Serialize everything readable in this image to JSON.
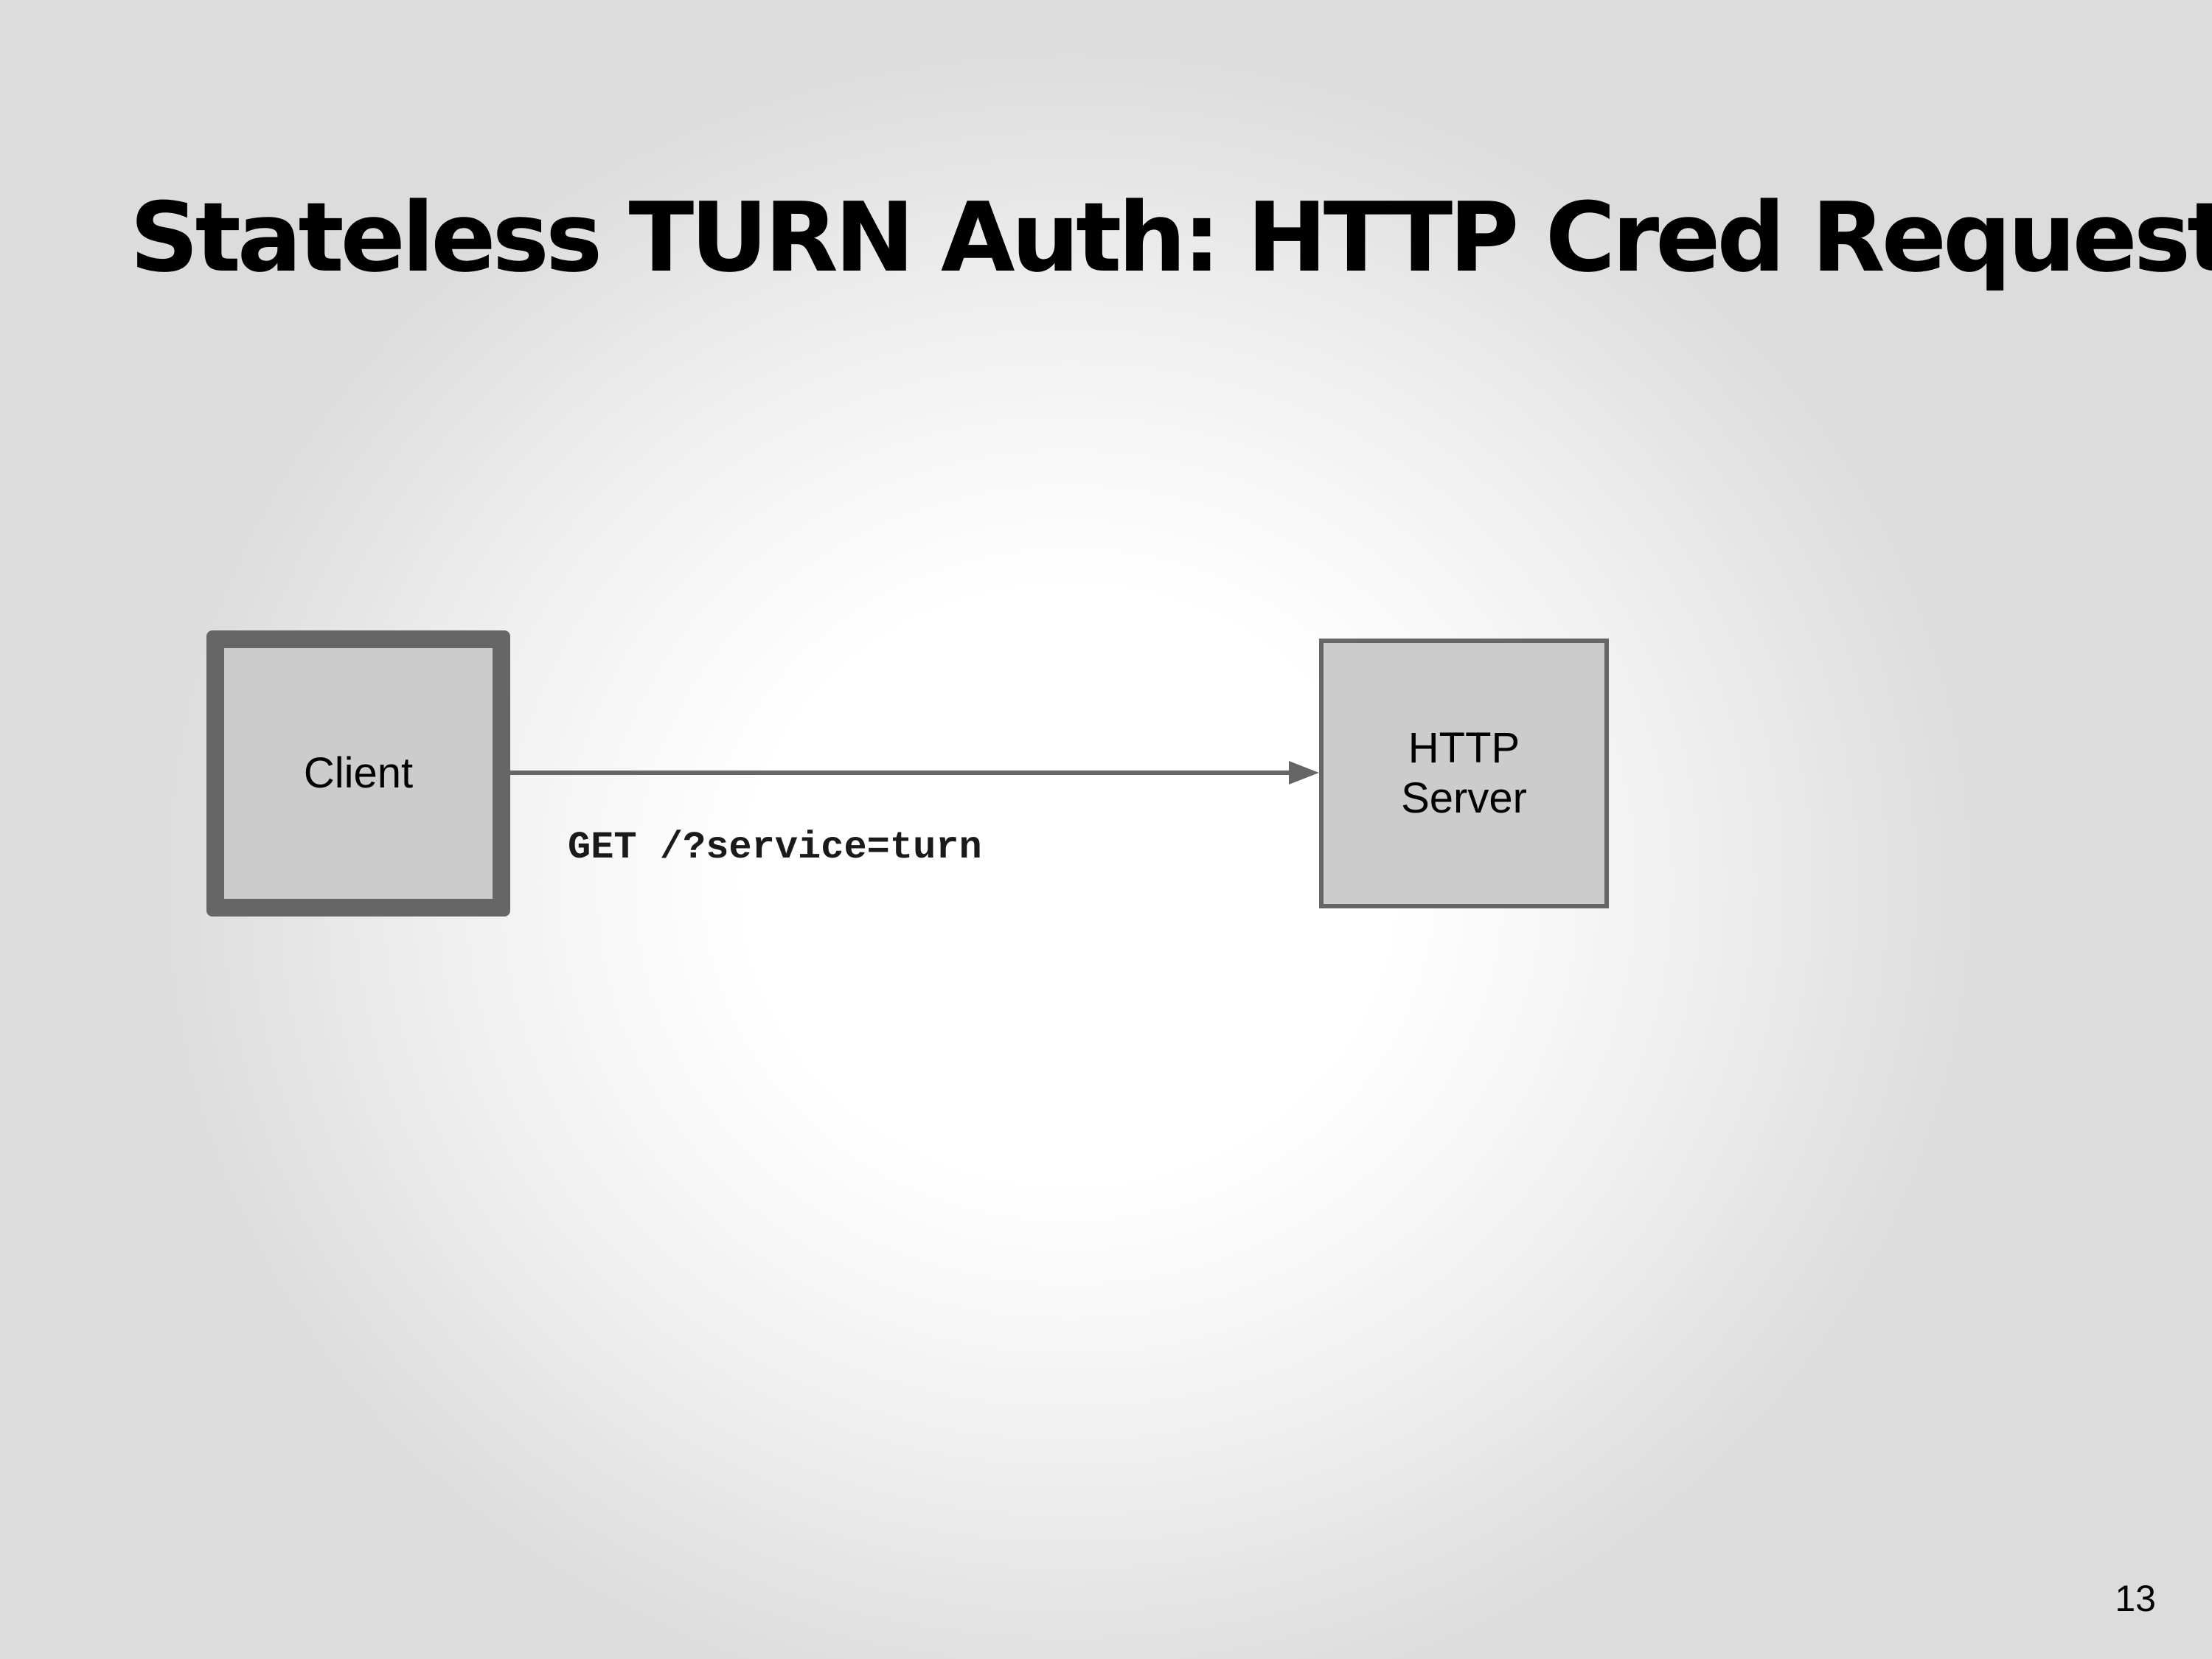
{
  "slide": {
    "title": "Stateless TURN Auth: HTTP Cred Request",
    "page_number": "13"
  },
  "diagram": {
    "nodes": [
      {
        "id": "client",
        "label": "Client"
      },
      {
        "id": "http-server",
        "label": "HTTP\nServer"
      }
    ],
    "edges": [
      {
        "from": "client",
        "to": "http-server",
        "label": "GET /?service=turn"
      }
    ]
  },
  "colors": {
    "node_fill": "#cccccc",
    "node_border": "#666666",
    "edge": "#666666",
    "text": "#000000"
  }
}
